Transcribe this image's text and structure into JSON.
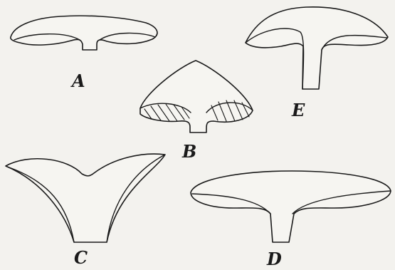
{
  "figure": {
    "labels": {
      "a": "A",
      "b": "B",
      "c": "C",
      "d": "D",
      "e": "E"
    },
    "colors": {
      "ink": "#1a1a1a",
      "paper": "#f3f2ee"
    }
  }
}
